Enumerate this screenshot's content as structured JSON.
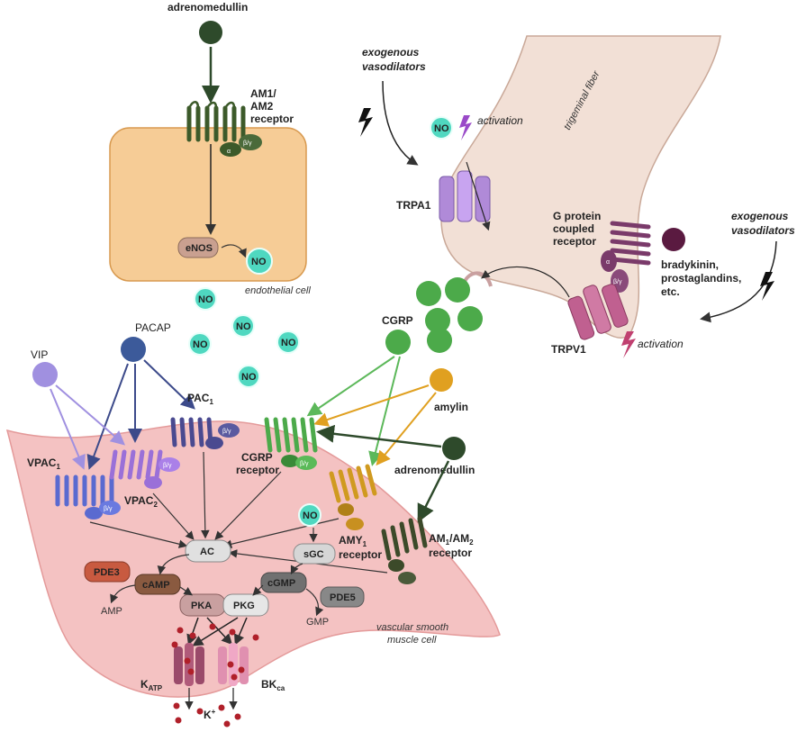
{
  "top": {
    "adrenomedullin": "adrenomedullin",
    "am_receptor": [
      "AM1/",
      "AM2",
      "receptor"
    ],
    "alpha": "α",
    "betagamma": "β/γ"
  },
  "endothelial": {
    "enos": "eNOS",
    "no": "NO",
    "cell_label": "endothelial cell"
  },
  "neuron": {
    "exogenous_1": [
      "exogenous",
      "vasodilators"
    ],
    "activation_1": "activation",
    "fiber_label": "trigeminal fiber",
    "trpa1": "TRPA1",
    "gpcr": [
      "G protein",
      "coupled",
      "receptor"
    ],
    "ligands": [
      "bradykinin,",
      "prostaglandins,",
      "etc."
    ],
    "exogenous_2": [
      "exogenous",
      "vasodilators"
    ],
    "trpv1": "TRPV1",
    "activation_2": "activation"
  },
  "ligands": {
    "pacap": "PACAP",
    "vip": "VIP",
    "cgrp": "CGRP",
    "amylin": "amylin",
    "adrenomedullin": "adrenomedullin"
  },
  "receptors": {
    "vpac1": "VPAC",
    "vpac1_sub": "1",
    "vpac2": "VPAC",
    "vpac2_sub": "2",
    "pac1": "PAC",
    "pac1_sub": "1",
    "cgrp_receptor": [
      "CGRP",
      "receptor"
    ],
    "amy1": "AMY",
    "amy1_sub": "1",
    "amy1_rec": "receptor",
    "am_recept": "AM",
    "am_recept_mid": "/AM",
    "am_recept_sub1": "1",
    "am_recept_sub2": "2",
    "am_recept_rec": "receptor"
  },
  "smooth": {
    "no": "NO",
    "sgc": "sGC",
    "ac": "AC",
    "pde3": "PDE3",
    "camp": "cAMP",
    "amp": "AMP",
    "cgmp": "cGMP",
    "pde5": "PDE5",
    "gmp": "GMP",
    "pka": "PKA",
    "pkg": "PKG",
    "katp": "K",
    "katp_sub": "ATP",
    "bkca": "BK",
    "bkca_sub": "ca",
    "kplus": "K",
    "kplus_sup": "+",
    "cell_label": [
      "vascular smooth",
      "muscle cell"
    ]
  },
  "colors": {
    "endothelial_fill": "#f6cc96",
    "neuron_fill": "#f2e0d6",
    "smooth_fill": "#f4c2c2",
    "no_fill": "#4fd8c0",
    "cgrp_green": "#4caa4a",
    "dark_green": "#2e4a2b",
    "amylin_orange": "#e0a020",
    "pacap_blue": "#3c5a9a",
    "vip_lilac": "#9a8ad8",
    "activation_purple": "#9a4ac8",
    "activation_pink": "#c04070"
  }
}
